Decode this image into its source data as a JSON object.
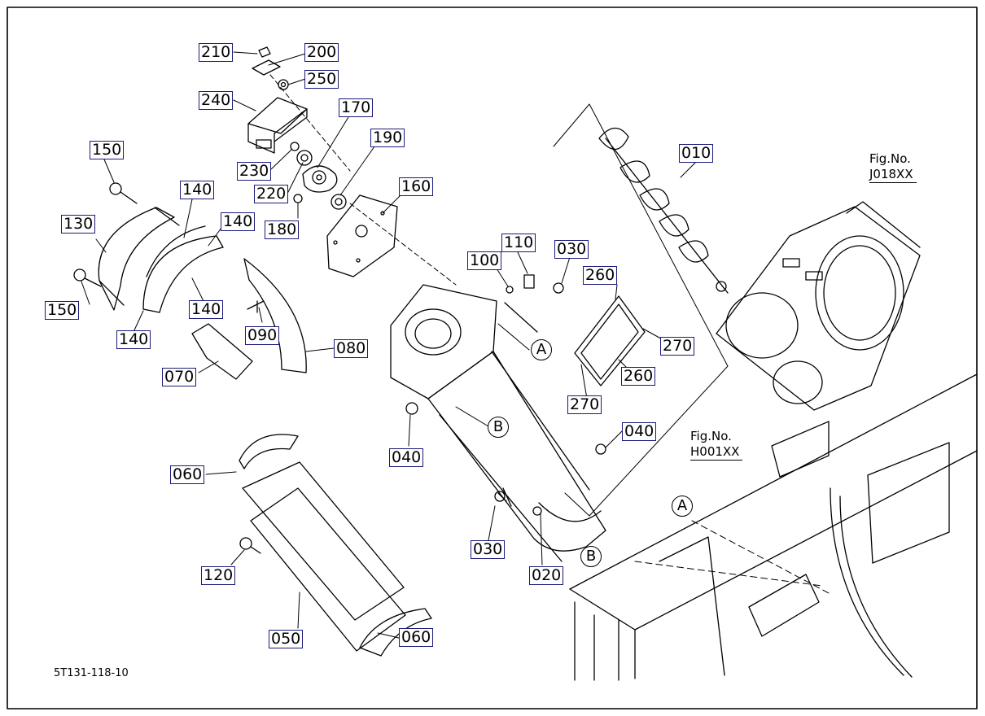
{
  "diagram": {
    "drawing_number": "5T131-118-10",
    "fig_refs": [
      {
        "label": "Fig.No.",
        "number": "J018XX"
      },
      {
        "label": "Fig.No.",
        "number": "H001XX"
      }
    ],
    "reference_markers": {
      "a": "A",
      "b": "B"
    },
    "part_callouts": {
      "p210": "210",
      "p200": "200",
      "p250": "250",
      "p240": "240",
      "p170": "170",
      "p190": "190",
      "p230": "230",
      "p220": "220",
      "p180": "180",
      "p160": "160",
      "p150a": "150",
      "p150b": "150",
      "p140a": "140",
      "p140b": "140",
      "p140c": "140",
      "p140d": "140",
      "p130": "130",
      "p090": "090",
      "p080": "080",
      "p070": "070",
      "p110": "110",
      "p100": "100",
      "p030a": "030",
      "p030b": "030",
      "p260a": "260",
      "p260b": "260",
      "p270a": "270",
      "p270b": "270",
      "p010": "010",
      "p040a": "040",
      "p040b": "040",
      "p060a": "060",
      "p060b": "060",
      "p120": "120",
      "p050": "050",
      "p020": "020"
    }
  }
}
